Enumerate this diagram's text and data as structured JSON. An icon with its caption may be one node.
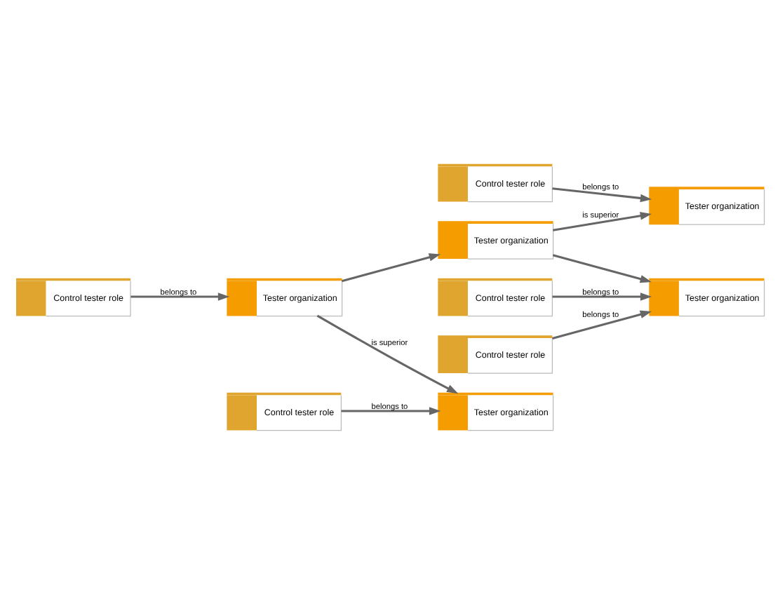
{
  "diagram": {
    "nodes": [
      {
        "text": [
          "Tester organization"
        ]
      },
      {
        "text": [
          "Control tester role"
        ]
      },
      {
        "text": [
          "Tester organization"
        ]
      },
      {
        "text": [
          "Control tester role"
        ]
      },
      {
        "text": [
          "Tester organization"
        ]
      },
      {
        "text": [
          "Tester organization"
        ]
      },
      {
        "text": [
          "Control tester role"
        ]
      },
      {
        "text": [
          "Tester organization"
        ]
      },
      {
        "text": [
          "Control tester role"
        ]
      },
      {
        "text": [
          "Control tester role"
        ]
      }
    ],
    "edges": [
      {
        "from": 1,
        "to": 0,
        "arrow": "to",
        "label": "belongs to"
      },
      {
        "from": 0,
        "to": 2,
        "arrow": "to",
        "label": "is superior"
      },
      {
        "from": 0,
        "to": 4,
        "arrow": "to"
      },
      {
        "from": 3,
        "to": 2,
        "arrow": "to",
        "label": "belongs to"
      },
      {
        "from": 4,
        "to": 5,
        "arrow": "to",
        "label": "is superior"
      },
      {
        "from": 4,
        "to": 7,
        "arrow": "to"
      },
      {
        "from": 6,
        "to": 5,
        "arrow": "to",
        "label": "belongs to"
      },
      {
        "from": 8,
        "to": 7,
        "arrow": "to",
        "label": "belongs to"
      },
      {
        "from": 9,
        "to": 7,
        "arrow": "to",
        "label": "belongs to"
      }
    ]
  }
}
